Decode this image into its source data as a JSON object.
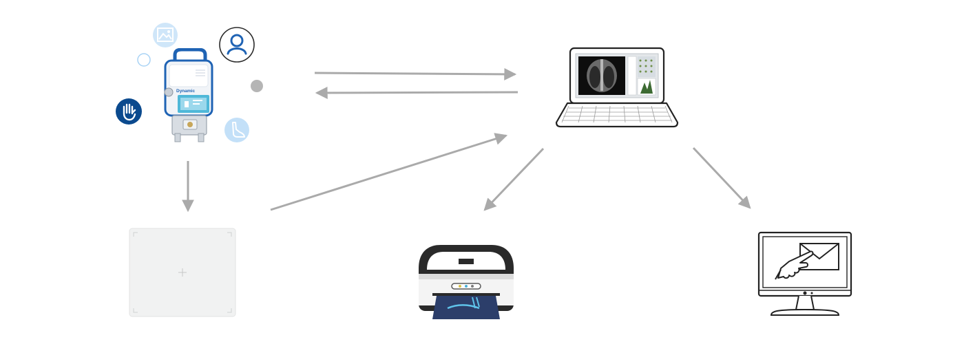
{
  "diagram": {
    "nodes": {
      "xray_unit": {
        "icon": "portable-xray-unit-icon",
        "brand_text": "Dynamic"
      },
      "detector": {
        "icon": "flat-panel-detector-icon"
      },
      "laptop": {
        "icon": "laptop-icon"
      },
      "printer": {
        "icon": "film-printer-icon"
      },
      "monitor": {
        "icon": "email-monitor-icon"
      }
    },
    "satellite_icons": [
      "image-icon",
      "user-icon",
      "hand-icon",
      "foot-icon",
      "ring-icon",
      "dot-icon"
    ],
    "edges": [
      {
        "from": "xray_unit",
        "to": "laptop"
      },
      {
        "from": "laptop",
        "to": "xray_unit"
      },
      {
        "from": "xray_unit",
        "to": "detector"
      },
      {
        "from": "detector",
        "to": "laptop"
      },
      {
        "from": "laptop",
        "to": "printer"
      },
      {
        "from": "laptop",
        "to": "monitor"
      }
    ],
    "colors": {
      "arrow": "#aaaaaa",
      "brand_blue": "#1f63b4",
      "dark_blue": "#0b4a8e",
      "light_blue": "#a9d3f5",
      "outline": "#2a2a2a",
      "dot_gray": "#b5b5b5"
    }
  }
}
